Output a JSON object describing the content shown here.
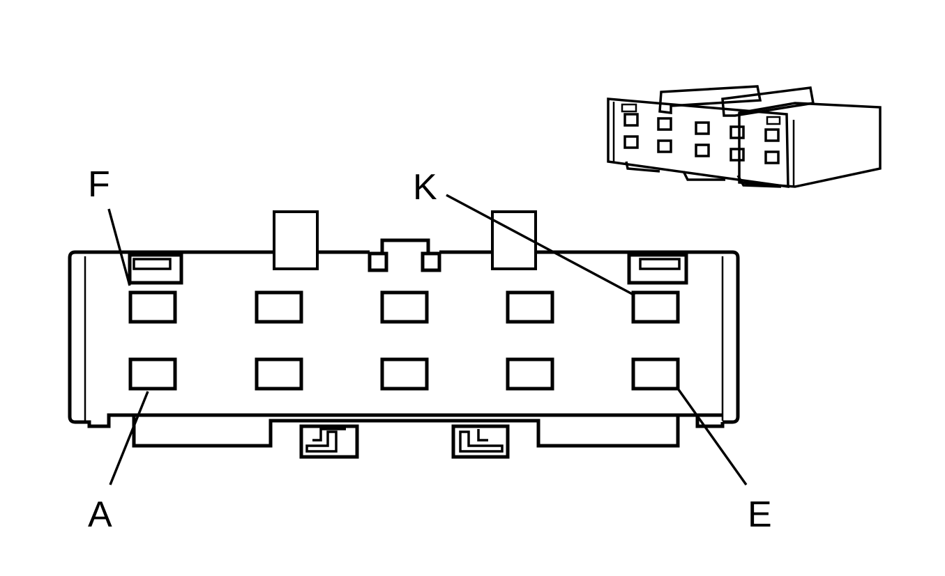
{
  "diagram": {
    "pin_labels": {
      "F": "F",
      "K": "K",
      "A": "A",
      "E": "E"
    },
    "colors": {
      "ink": "#000000",
      "paper": "#ffffff"
    }
  }
}
